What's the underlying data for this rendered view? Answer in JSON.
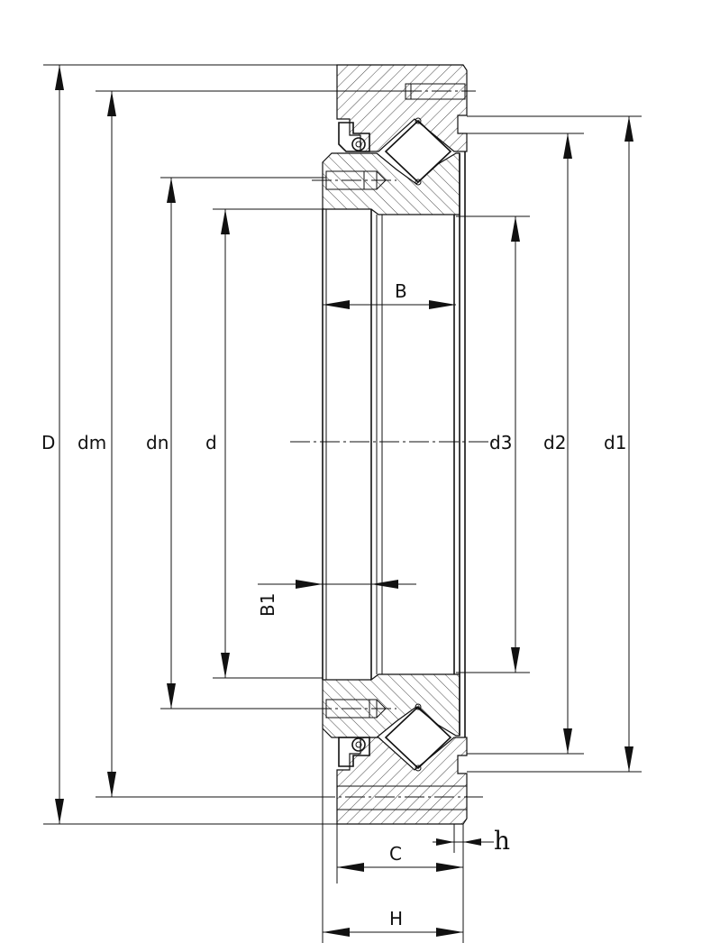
{
  "labels": {
    "D": "D",
    "dm": "dm",
    "dn": "dn",
    "d": "d",
    "B": "B",
    "B1": "B1",
    "d3": "d3",
    "d2": "d2",
    "d1": "d1",
    "C": "C",
    "h": "h",
    "H": "H"
  }
}
